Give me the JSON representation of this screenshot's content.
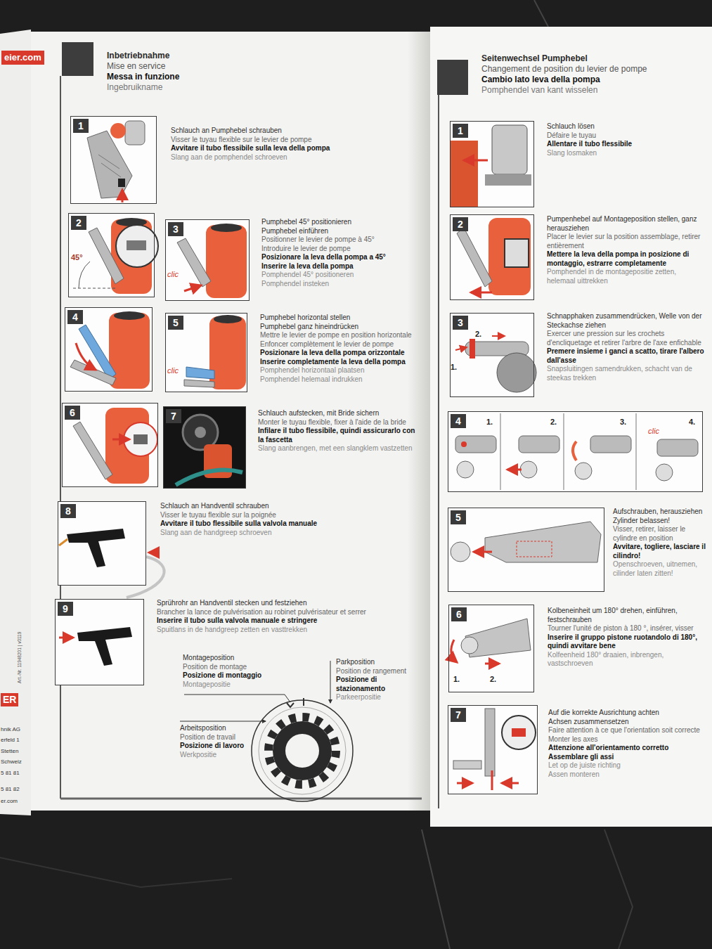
{
  "diagram": {
    "nodes": [
      {
        "text": [
          "Inbetriebnahme",
          "Mise en service",
          "Messa in funzione",
          "Ingebruikname"
        ]
      },
      {
        "text": [
          "1"
        ],
        "in": 0
      },
      {
        "text": [
          "2"
        ],
        "in": 0
      },
      {
        "text": [
          "3"
        ],
        "in": 0
      },
      {
        "text": [
          "4"
        ],
        "in": 0
      },
      {
        "text": [
          "5"
        ],
        "in": 0
      },
      {
        "text": [
          "6"
        ],
        "in": 0
      },
      {
        "text": [
          "7"
        ],
        "in": 0
      },
      {
        "text": [
          "8"
        ],
        "in": 0
      },
      {
        "text": [
          "9"
        ],
        "in": 0
      },
      {
        "text": [
          "Seitenwechsel Pumphebel",
          "Changement de position du levier de pompe",
          "Cambio lato leva della pompa",
          "Pomphendel van kant wisselen"
        ]
      },
      {
        "text": [
          "1"
        ],
        "in": 10
      },
      {
        "text": [
          "2"
        ],
        "in": 10
      },
      {
        "text": [
          "3"
        ],
        "in": 10
      },
      {
        "text": [
          "4"
        ],
        "in": 10
      },
      {
        "text": [
          "5"
        ],
        "in": 10
      },
      {
        "text": [
          "6"
        ],
        "in": 10
      },
      {
        "text": [
          "7"
        ],
        "in": 10
      }
    ],
    "labels": [
      "eier.com",
      "ER",
      "hnik AG",
      "erfeld 1",
      "Stetten",
      "Schweiz",
      "5 81 81",
      "5 81 82",
      "er.com",
      "Art.-Nr. 11948201 | v0119",
      "Schlauch an Pumphebel schrauben",
      "Visser le tuyau flexible sur le levier de pompe",
      "Avvitare il tubo flessibile sulla leva della pompa",
      "Slang aan de pomphendel schroeven",
      "Pumphebel 45° positionieren",
      "Pumphebel einführen",
      "Positionner le levier de pompe à 45°",
      "Introduire le levier de pompe",
      "Posizionare la leva della pompa a 45°",
      "Inserire la leva della pompa",
      "Pomphendel 45° positioneren",
      "Pomphendel insteken",
      "Pumphebel horizontal stellen",
      "Pumphebel ganz hineindrücken",
      "Mettre le levier de pompe en position horizontale",
      "Enfoncer complètement le levier de pompe",
      "Posizionare la leva della pompa orizzontale",
      "Inserire completamente la leva della pompa",
      "Pomphendel horizontaal plaatsen",
      "Pomphendel helemaal indrukken",
      "Schlauch aufstecken, mit Bride sichern",
      "Monter le tuyau flexible, fixer à l'aide de la bride",
      "Infilare il tubo flessibile, quindi assicurarlo con la fascetta",
      "Slang aanbrengen, met een slangklem vastzetten",
      "Schlauch an Handventil schrauben",
      "Visser le tuyau flexible sur la poignée",
      "Avvitare il tubo flessibile sulla valvola manuale",
      "Slang aan de handgreep schroeven",
      "Sprührohr an Handventil stecken und festziehen",
      "Brancher la lance de pulvérisation au robinet pulvérisateur et serrer",
      "Inserire il tubo sulla valvola manuale e stringere",
      "Spuitlans in de handgreep zetten en vasttrekken",
      "Montageposition",
      "Position de montage",
      "Posizione di montaggio",
      "Montagepositie",
      "Parkposition",
      "Position de rangement",
      "Posizione di stazionamento",
      "Parkeerpositie",
      "Arbeitsposition",
      "Position de travail",
      "Posizione di lavoro",
      "Werkpositie",
      "45°",
      "clic",
      "clic",
      "Schlauch lösen",
      "Défaire le tuyau",
      "Allentare il tubo flessibile",
      "Slang losmaken",
      "Pumpenhebel auf Montageposition stellen, ganz herausziehen",
      "Placer le levier sur la position assemblage, retirer entièrement",
      "Mettere la leva della pompa in posizione di montaggio, estrarre completamente",
      "Pomphendel in de montagepositie zetten, helemaal uittrekken",
      "Schnapphaken zusammendrücken, Welle von der Steckachse ziehen",
      "Exercer une pression sur les crochets d'encliquetage et retirer l'arbre de l'axe enfichable",
      "Premere insieme i ganci a scatto, tirare l'albero dall'asse",
      "Snapsluitingen samendrukken, schacht van de steekas trekken",
      "Aufschrauben, herausziehen Zylinder belassen!",
      "Visser, retirer, laisser le cylindre en position",
      "Avvitare, togliere, lasciare il cilindro!",
      "Openschroeven, uitnemen, cilinder laten zitten!",
      "Kolbeneinheit um 180° drehen, einführen, festschrauben",
      "Tourner l'unité de piston à 180 °, insérer, visser",
      "Inserire il gruppo pistone ruotandolo di 180°, quindi avvitare bene",
      "Kolfeenheid 180° draaien, inbrengen, vastschroeven",
      "Auf die korrekte Ausrichtung achten",
      "Achsen zusammensetzen",
      "Faire attention à ce que l'orientation soit correcte",
      "Monter les axes",
      "Attenzione all'orientamento corretto",
      "Assemblare gli assi",
      "Let op de juiste richting",
      "Assen monteren",
      "2.",
      "1.",
      "1.",
      "2.",
      "3.",
      "clic",
      "4.",
      "1.",
      "2."
    ]
  }
}
